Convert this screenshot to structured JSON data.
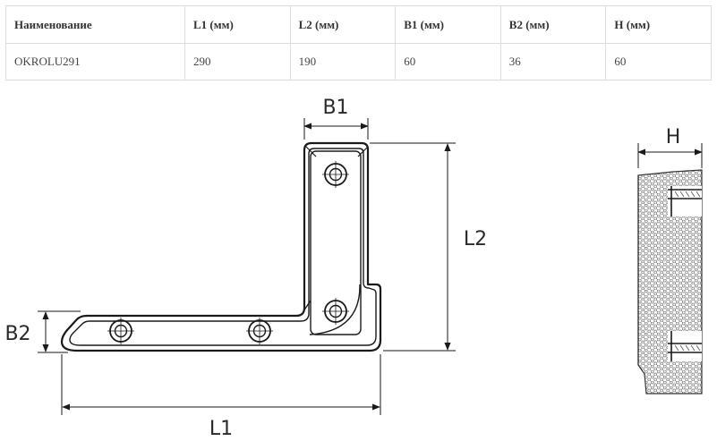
{
  "table": {
    "headers": [
      "Наименование",
      "L1 (мм)",
      "L2 (мм)",
      "B1 (мм)",
      "B2 (мм)",
      "H (мм)"
    ],
    "rows": [
      [
        "OKROLU291",
        "290",
        "190",
        "60",
        "36",
        "60"
      ]
    ]
  },
  "drawing": {
    "labels": {
      "b1": "B1",
      "l2": "L2",
      "b2": "B2",
      "l1": "L1",
      "h": "H"
    }
  }
}
